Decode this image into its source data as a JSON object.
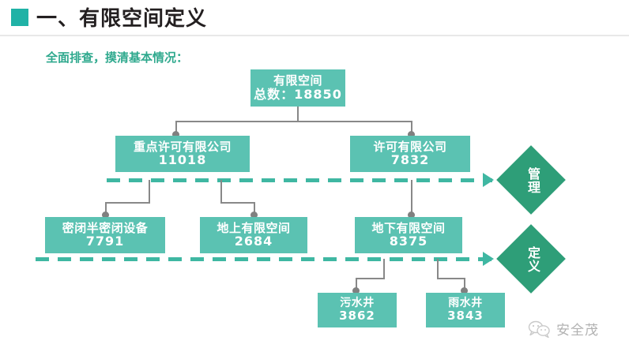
{
  "header": {
    "bullet_color": "#20b2a6",
    "title": "一、有限空间定义"
  },
  "subtitle": "全面排查，摸清基本情况：",
  "colors": {
    "box": "#5bc2b2",
    "diamond": "#2e9e78",
    "dashed": "#3fb7a2",
    "connector": "#888888"
  },
  "nodes": {
    "root": {
      "label": "有限空间",
      "value": "总数：18850"
    },
    "key_licensed": {
      "label": "重点许可有限公司",
      "value": "11018"
    },
    "licensed": {
      "label": "许可有限公司",
      "value": "7832"
    },
    "sealed_equipment": {
      "label": "密闭半密闭设备",
      "value": "7791"
    },
    "above_ground": {
      "label": "地上有限空间",
      "value": "2684"
    },
    "under_ground": {
      "label": "地下有限空间",
      "value": "8375"
    },
    "sewage_well": {
      "label": "污水井",
      "value": "3862"
    },
    "rain_well": {
      "label": "雨水井",
      "value": "3843"
    }
  },
  "diamonds": {
    "management": "管理",
    "definition": "定义"
  },
  "watermark": {
    "icon": "wechat-icon",
    "text": "安全茂"
  }
}
